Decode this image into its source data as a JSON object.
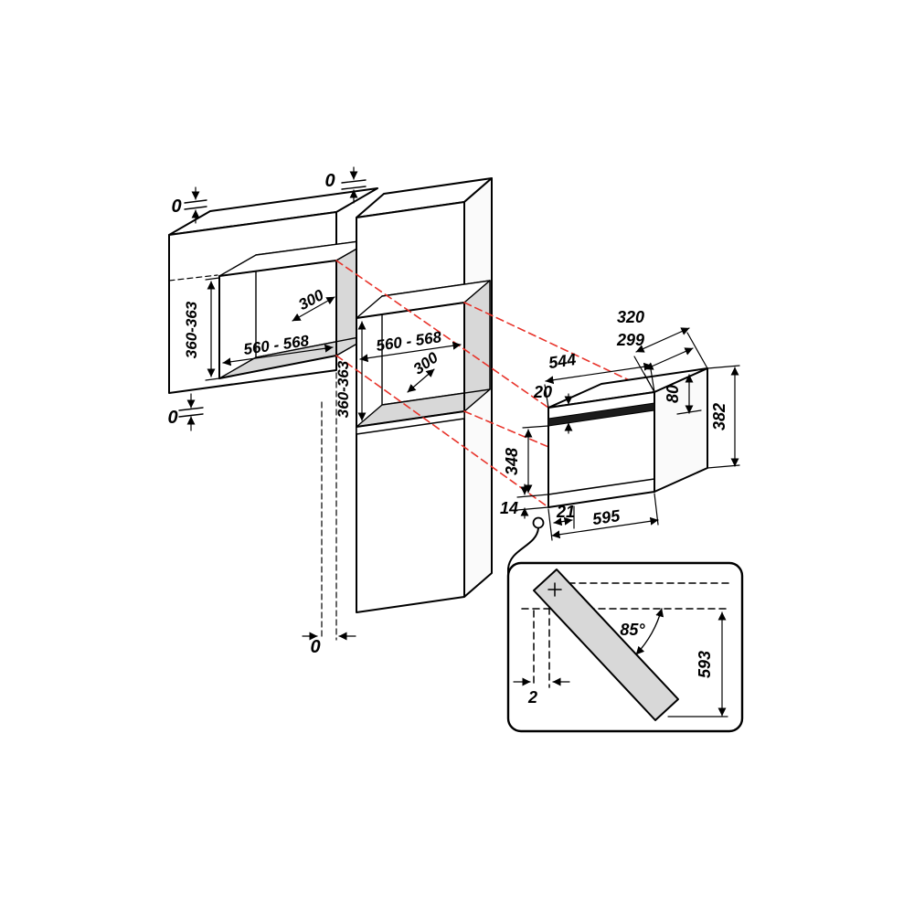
{
  "colors": {
    "projection_red": "#e8332a",
    "niche_gray": "#d8d8d8",
    "handle_dark": "#1c1c1c"
  },
  "diagram": {
    "wall_cabinet": {
      "gap_top": "0",
      "gap_bottom": "0",
      "niche_height": "360-363",
      "niche_width": "560 - 568",
      "niche_depth": "300"
    },
    "tall_cabinet": {
      "gap_top": "0",
      "gap_bottom": "0",
      "niche_height": "360-363",
      "niche_width": "560 - 568",
      "niche_depth": "300"
    },
    "oven": {
      "depth_total": "320",
      "depth_body": "299",
      "width_body": "544",
      "top_clearance": "20",
      "rear_height": "80",
      "height_total": "382",
      "front_height": "348",
      "bottom_clearance": "14",
      "bottom_offset": "21",
      "width_front": "595"
    },
    "door_detail": {
      "opening_angle": "85°",
      "door_projection": "593",
      "side_clearance": "2"
    }
  }
}
